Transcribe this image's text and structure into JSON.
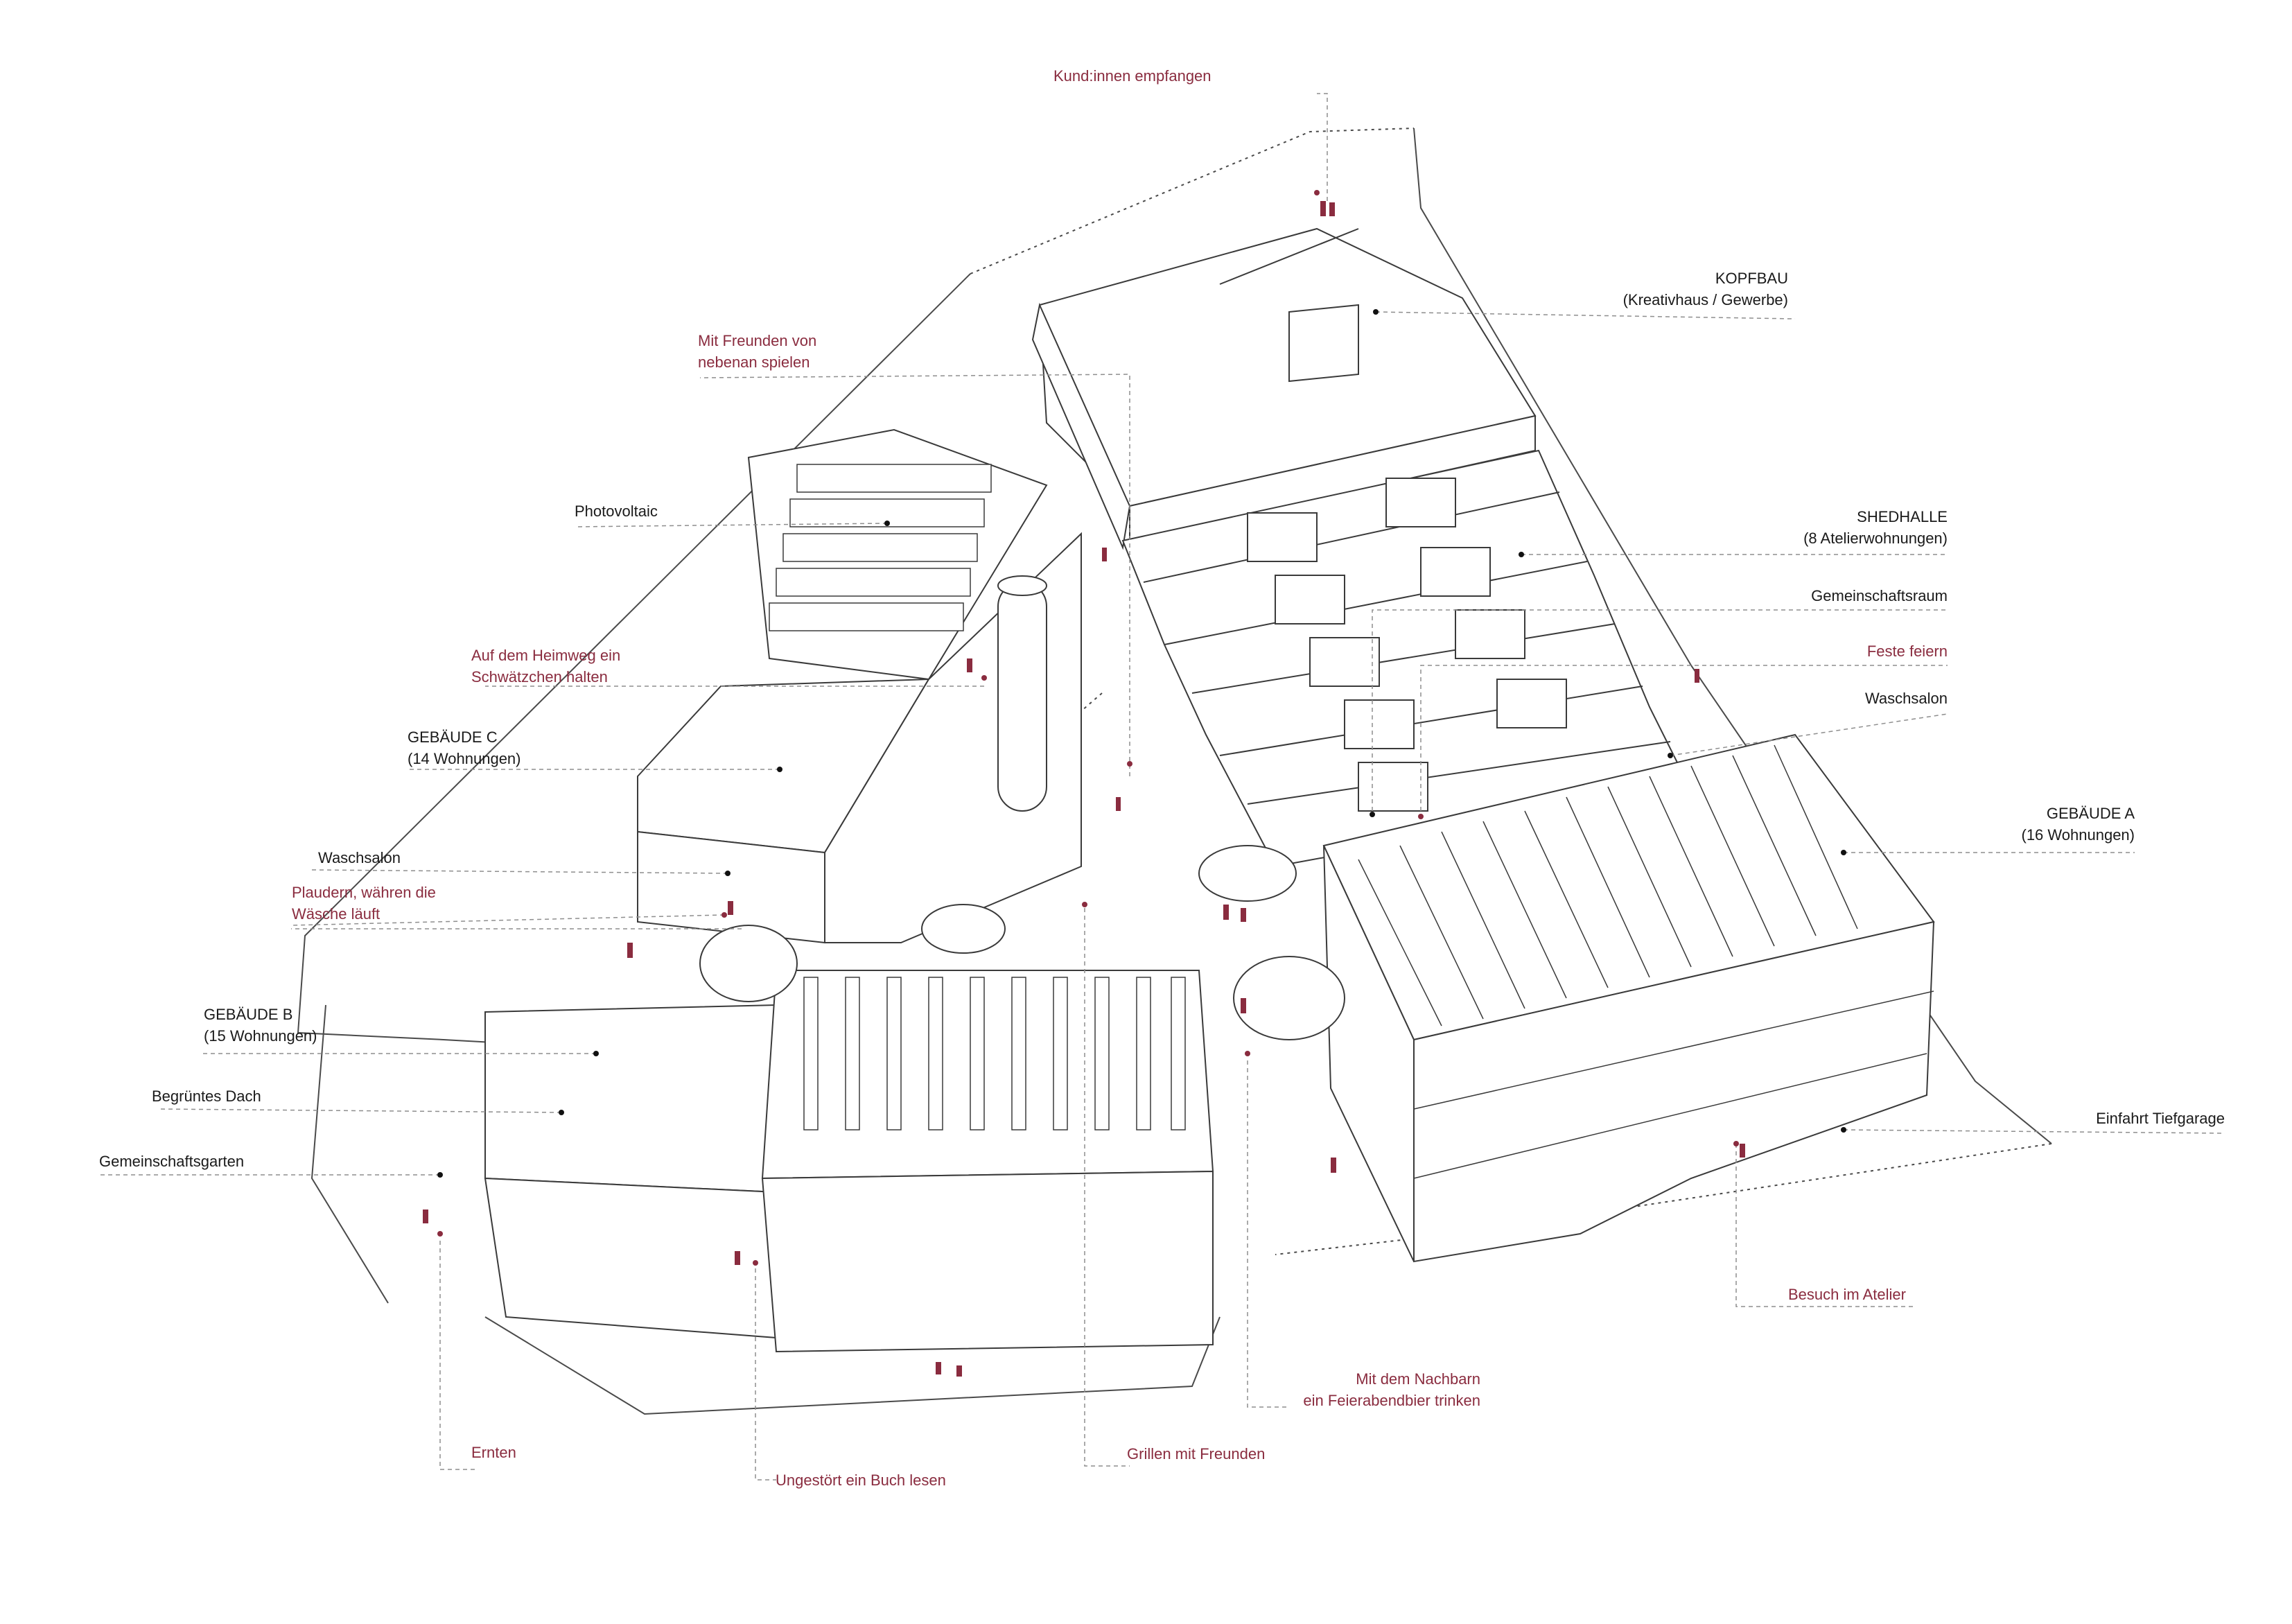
{
  "colors": {
    "line": "#4a4a4a",
    "leader": "#8e8e8e",
    "label_black": "#1a1a1a",
    "activity_red": "#8a2c3f",
    "background": "#ffffff"
  },
  "labels": {
    "kopfbau": {
      "line1": "KOPFBAU",
      "line2": "(Kreativhaus / Gewerbe)"
    },
    "shedhalle": {
      "line1": "SHEDHALLE",
      "line2": "(8 Atelierwohnungen)"
    },
    "gemeinschaftsraum": "Gemeinschaftsraum",
    "waschsalon_a": "Waschsalon",
    "gebaeude_a": {
      "line1": "GEBÄUDE A",
      "line2": "(16 Wohnungen)"
    },
    "einfahrt_tiefgarage": "Einfahrt Tiefgarage",
    "photovoltaic": "Photovoltaic",
    "gebaeude_c": {
      "line1": "GEBÄUDE C",
      "line2": "(14 Wohnungen)"
    },
    "waschsalon_c": "Waschsalon",
    "gebaeude_b": {
      "line1": "GEBÄUDE B",
      "line2": "(15 Wohnungen)"
    },
    "begruentes_dach": "Begrüntes Dach",
    "gemeinschaftsgarten": "Gemeinschaftsgarten"
  },
  "activities": {
    "kundinnen": "Kund:innen empfangen",
    "freunden_spielen": {
      "line1": "Mit Freunden von",
      "line2": "nebenan spielen"
    },
    "heimweg": {
      "line1": "Auf dem Heimweg ein",
      "line2": "Schwätzchen halten"
    },
    "plaudern": {
      "line1": "Plaudern, währen die",
      "line2": "Wäsche läuft"
    },
    "feste_feiern": "Feste feiern",
    "besuch_atelier": "Besuch im Atelier",
    "feierabendbier": {
      "line1": "Mit dem Nachbarn",
      "line2": "ein Feierabendbier trinken"
    },
    "grillen": "Grillen mit Freunden",
    "buch_lesen": "Ungestört ein Buch lesen",
    "ernten": "Ernten"
  }
}
